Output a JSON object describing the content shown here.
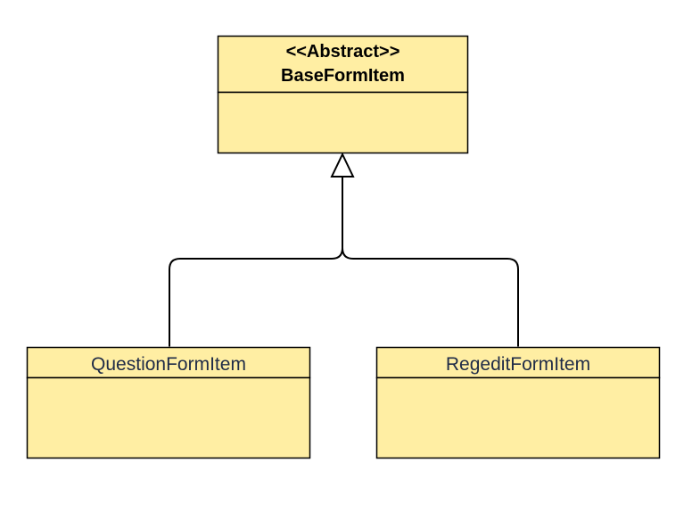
{
  "diagram": {
    "fill_color": "#ffeea3",
    "stroke_color": "#000000",
    "base_class": {
      "stereotype": "<<Abstract>>",
      "name": "BaseFormItem",
      "text_color": "#000000"
    },
    "children": [
      {
        "name": "QuestionFormItem",
        "text_color": "#1f2b47"
      },
      {
        "name": "RegeditFormItem",
        "text_color": "#1f2b47"
      }
    ],
    "relationship": "inheritance"
  }
}
